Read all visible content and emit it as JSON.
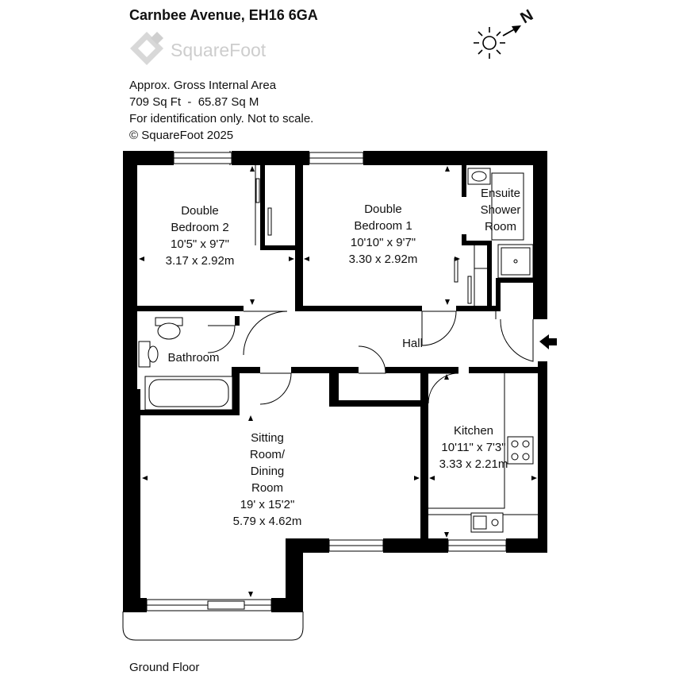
{
  "header": {
    "title": "Carnbee Avenue, EH16 6GA",
    "brand": "SquareFoot",
    "info": [
      "Approx. Gross Internal Area",
      "709 Sq Ft  -  65.87 Sq M",
      "For identification only. Not to scale.",
      "© SquareFoot 2025"
    ]
  },
  "compass": {
    "letter": "N"
  },
  "rooms": {
    "bedroom2": [
      "Double",
      "Bedroom 2",
      "10'5\" x 9'7\"",
      "3.17 x 2.92m"
    ],
    "bedroom1": [
      "Double",
      "Bedroom 1",
      "10'10\" x 9'7\"",
      "3.30 x 2.92m"
    ],
    "ensuite": [
      "Ensuite",
      "Shower",
      "Room"
    ],
    "bathroom": [
      "Bathroom"
    ],
    "hall": [
      "Hall"
    ],
    "kitchen": [
      "Kitchen",
      "10'11\" x 7'3\"",
      "3.33 x 2.21m"
    ],
    "sitting": [
      "Sitting",
      "Room/",
      "Dining",
      "Room",
      "19' x 15'2\"",
      "5.79 x 4.62m"
    ]
  },
  "footer": {
    "floor": "Ground Floor"
  }
}
